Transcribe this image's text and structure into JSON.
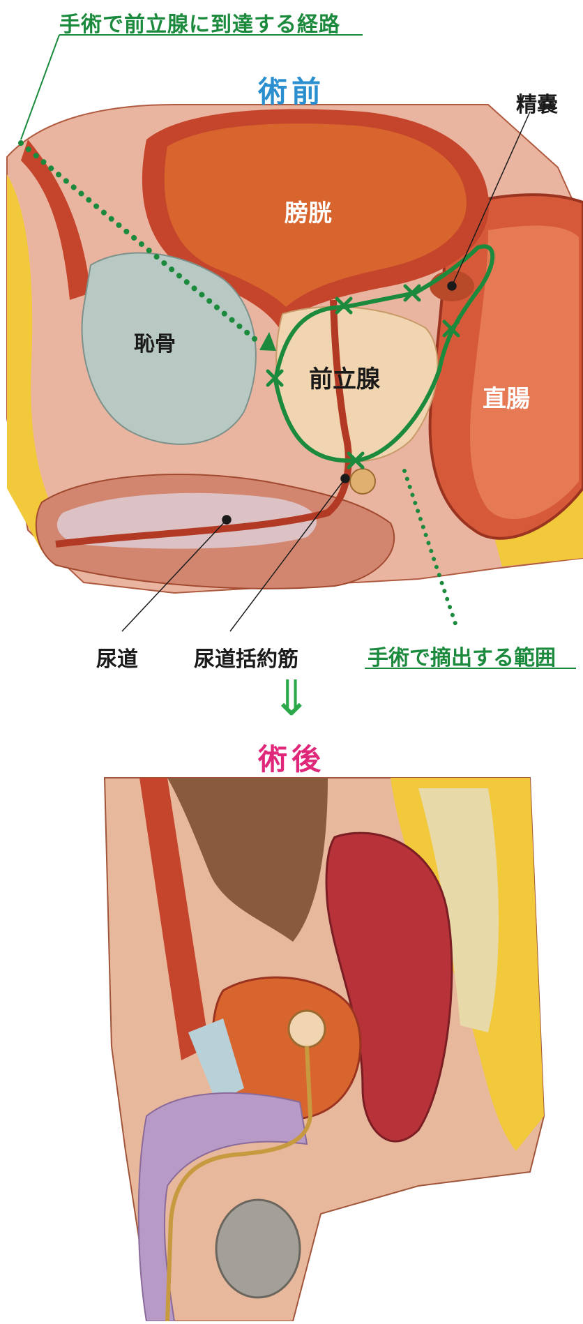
{
  "labels": {
    "surgical_route": "手術で前立腺に到達する経路",
    "before_title": "術前",
    "seminal_vesicle": "精嚢",
    "bladder": "膀胱",
    "pubic_bone": "恥骨",
    "prostate": "前立腺",
    "rectum": "直腸",
    "urethra": "尿道",
    "urethral_sphincter": "尿道括約筋",
    "excision_range": "手術で摘出する範囲",
    "down_arrow": "⇓",
    "after_title": "術後"
  },
  "colors": {
    "route_green": "#1b8a3d",
    "before_title": "#2a8ecf",
    "after_title": "#e0287a",
    "muscle_red": "#c5452c",
    "bladder_orange": "#d9652e",
    "fat_yellow": "#f2c93a",
    "bone_gray": "#b8c8c3",
    "prostate_beige": "#f0d5b0"
  }
}
